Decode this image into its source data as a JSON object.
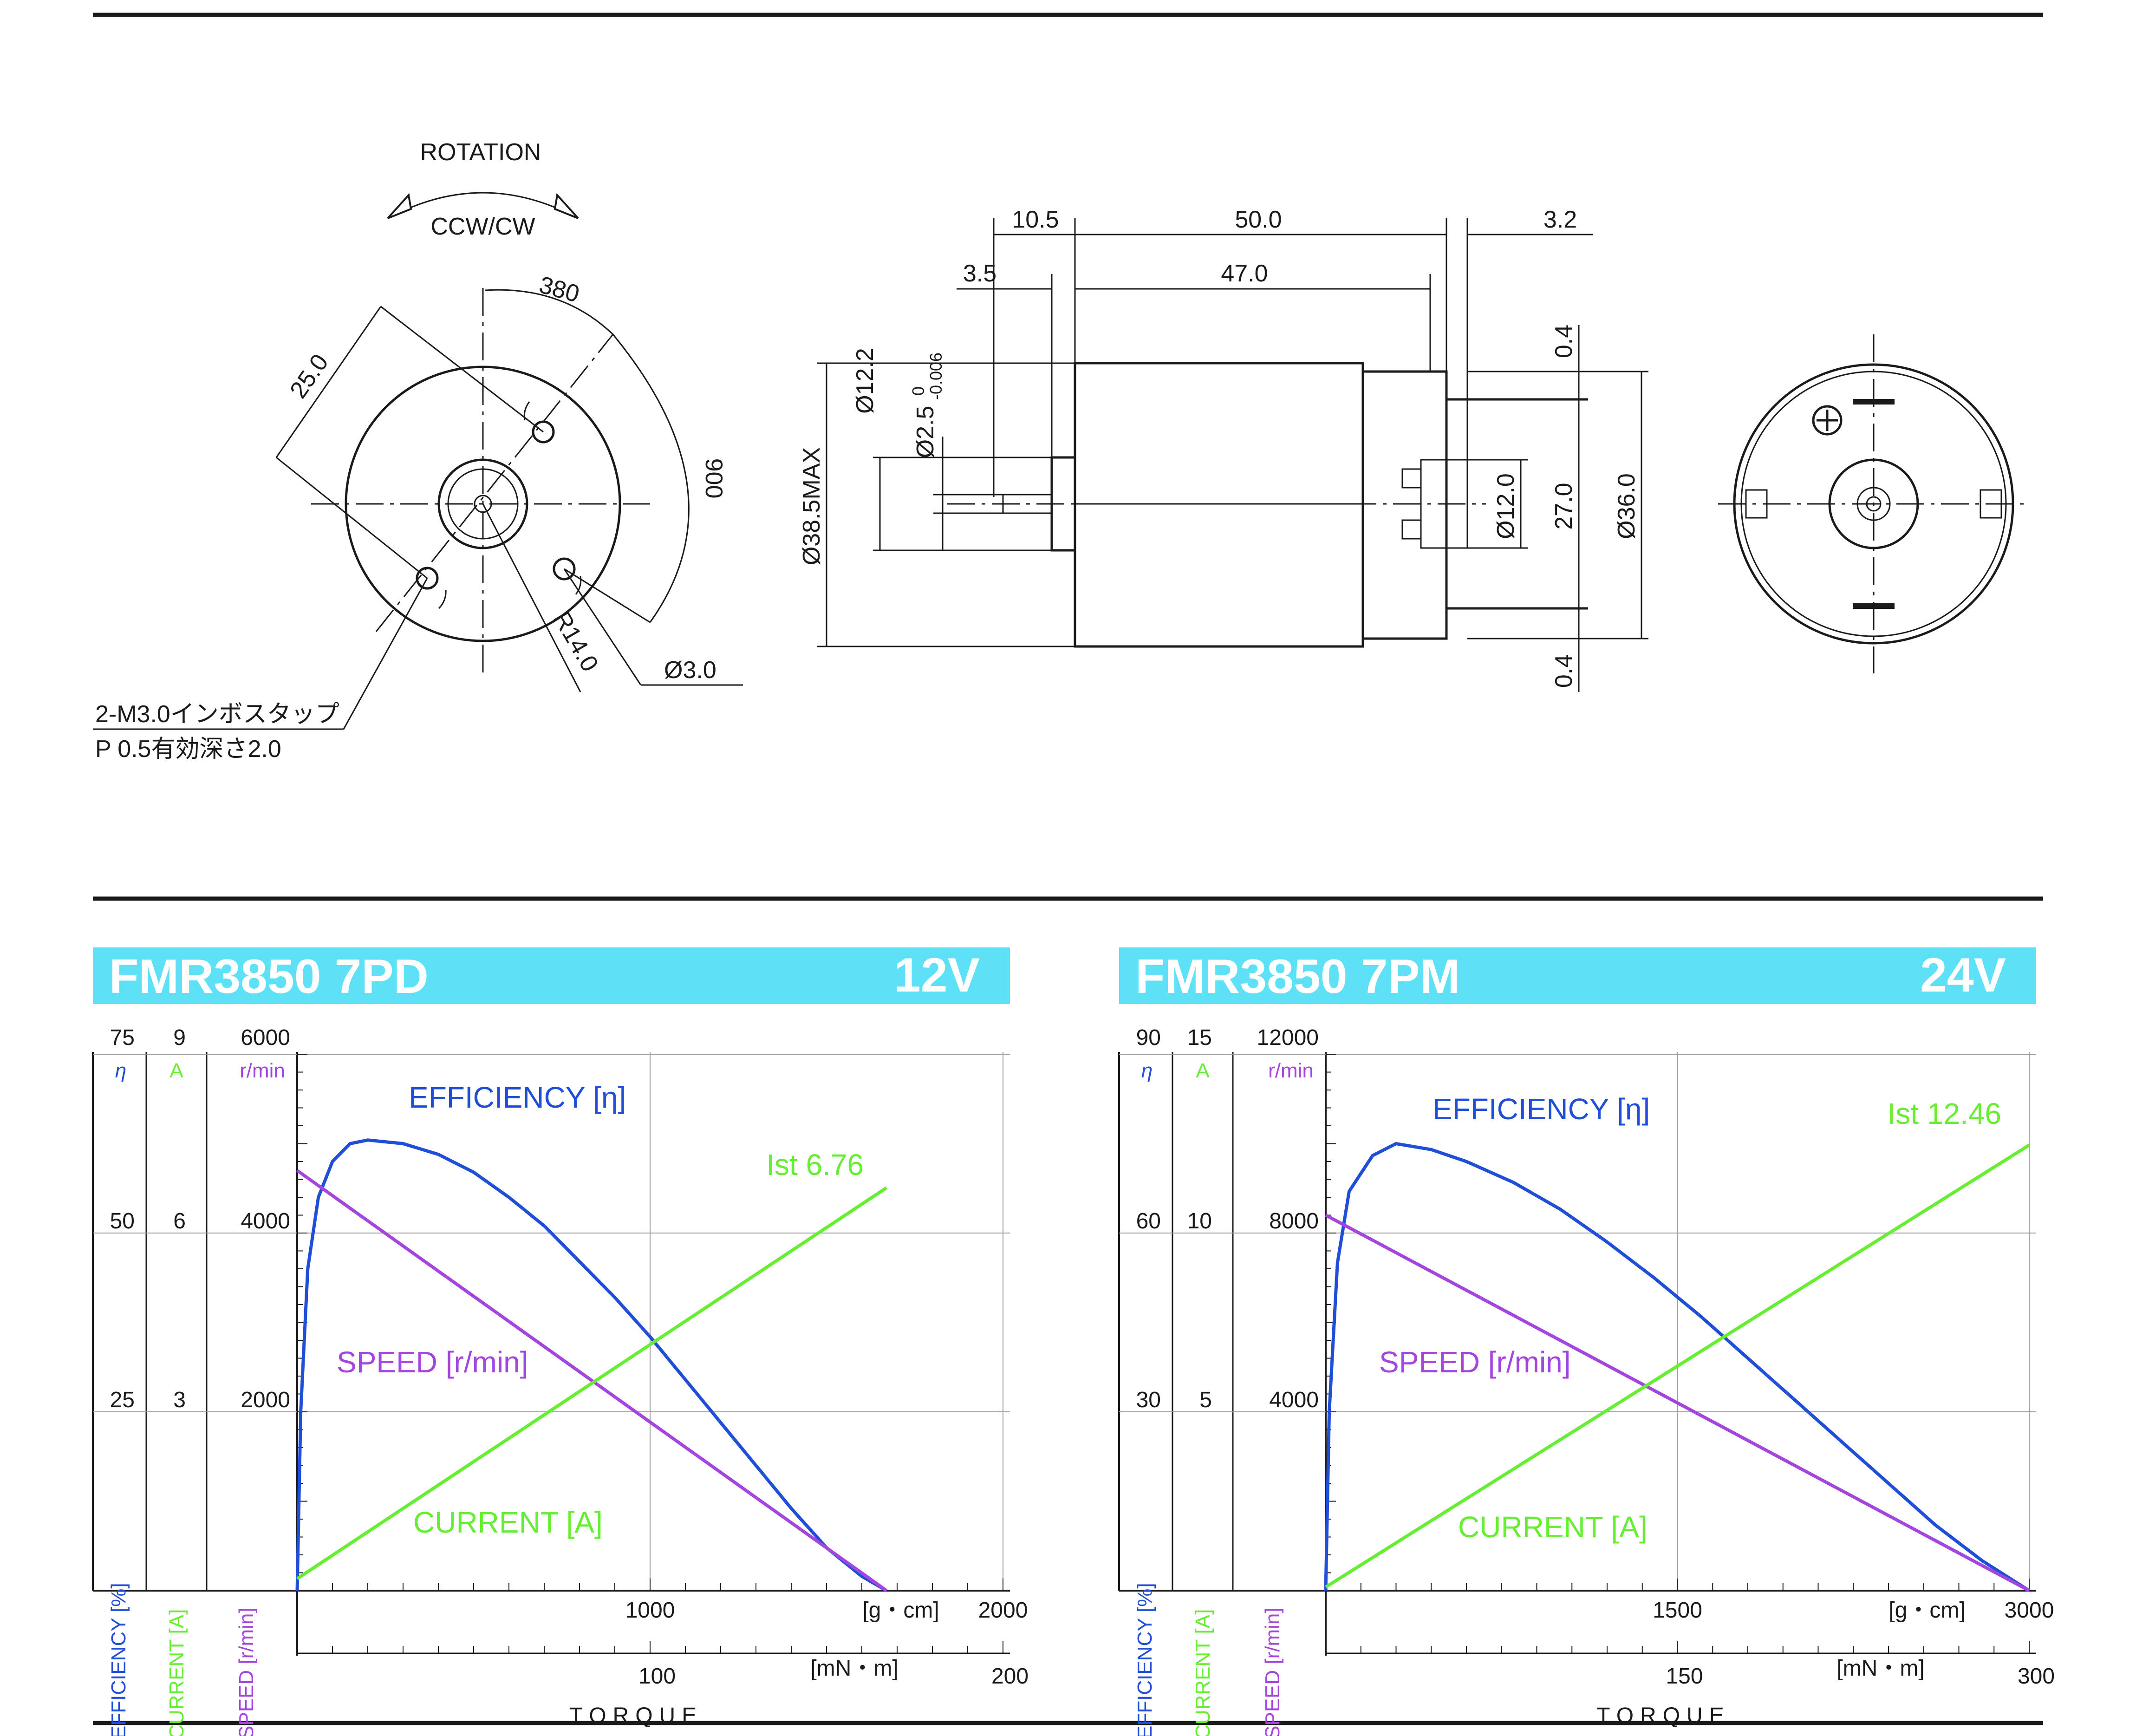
{
  "drawing": {
    "rotation_label": "ROTATION",
    "direction_label": "CCW/CW",
    "front_view": {
      "dim_25": "25.0",
      "dim_380": "380",
      "dim_900": "900",
      "dim_r14": "R14.0",
      "dim_hole": "Ø3.0",
      "note_line1": "2-M3.0インボスタップ",
      "note_line2": "P 0.5有効深さ2.0"
    },
    "side_view": {
      "dim_10_5": "10.5",
      "dim_50": "50.0",
      "dim_3_2": "3.2",
      "dim_3_5": "3.5",
      "dim_47": "47.0",
      "dim_d12_2": "Ø12.2",
      "dim_d2_5": "Ø2.5",
      "dim_d2_5_upper": "0",
      "dim_d2_5_lower": "-0.006",
      "dim_d38_5": "Ø38.5MAX",
      "dim_0_4_top": "0.4",
      "dim_d12": "Ø12.0",
      "dim_27": "27.0",
      "dim_d36": "Ø36.0",
      "dim_0_4_bottom": "0.4"
    }
  },
  "colors": {
    "header_bg": "#5ce1f7",
    "efficiency": "#1f4ed8",
    "current": "#66ee33",
    "speed": "#a445e0",
    "grid": "#9a9a9a"
  },
  "chart_data": [
    {
      "type": "line",
      "title": "FMR3850 7PD",
      "voltage": "12V",
      "x_unit_top": "[g・cm]",
      "x_unit_bottom": "[mN・m]",
      "x_title": "TORQUE",
      "x_ticks_gcm": [
        "1000",
        "2000"
      ],
      "x_ticks_mnm": [
        "100",
        "200"
      ],
      "xlim_gcm": [
        0,
        2000
      ],
      "y_axes": {
        "efficiency": {
          "symbol": "η",
          "ticks": [
            "25",
            "50",
            "75"
          ],
          "max": 75,
          "label": "EFFICIENCY [%]"
        },
        "current": {
          "symbol": "A",
          "ticks": [
            "3",
            "6",
            "9"
          ],
          "max": 9,
          "label": "CURRENT [A]"
        },
        "speed": {
          "symbol": "r/min",
          "ticks": [
            "2000",
            "4000",
            "6000"
          ],
          "max": 6000,
          "label": "SPEED [r/min]"
        }
      },
      "stall_label": "Ist 6.76",
      "series": [
        {
          "name": "EFFICIENCY [η]",
          "axis": "efficiency",
          "x": [
            0,
            10,
            30,
            60,
            100,
            150,
            200,
            300,
            400,
            500,
            600,
            700,
            800,
            900,
            1000,
            1100,
            1200,
            1300,
            1400,
            1500,
            1600,
            1670
          ],
          "y": [
            0,
            25,
            45,
            55,
            60,
            62.5,
            63,
            62.5,
            61,
            58.5,
            55,
            51,
            46,
            41,
            35.5,
            29.5,
            23.5,
            17.5,
            11.5,
            6,
            2,
            0
          ]
        },
        {
          "name": "SPEED [r/min]",
          "axis": "speed",
          "x": [
            0,
            1670
          ],
          "y": [
            4700,
            0
          ]
        },
        {
          "name": "CURRENT [A]",
          "axis": "current",
          "x": [
            0,
            1670
          ],
          "y": [
            0.2,
            6.76
          ]
        }
      ]
    },
    {
      "type": "line",
      "title": "FMR3850 7PM",
      "voltage": "24V",
      "x_unit_top": "[g・cm]",
      "x_unit_bottom": "[mN・m]",
      "x_title": "TORQUE",
      "x_ticks_gcm": [
        "1500",
        "3000"
      ],
      "x_ticks_mnm": [
        "150",
        "300"
      ],
      "xlim_gcm": [
        0,
        3000
      ],
      "y_axes": {
        "efficiency": {
          "symbol": "η",
          "ticks": [
            "30",
            "60",
            "90"
          ],
          "max": 90,
          "label": "EFFICIENCY [%]"
        },
        "current": {
          "symbol": "A",
          "ticks": [
            "5",
            "10",
            "15"
          ],
          "max": 15,
          "label": "CURRENT [A]"
        },
        "speed": {
          "symbol": "r/min",
          "ticks": [
            "4000",
            "8000",
            "12000"
          ],
          "max": 12000,
          "label": "SPEED [r/min]"
        }
      },
      "stall_label": "Ist 12.46",
      "series": [
        {
          "name": "EFFICIENCY [η]",
          "axis": "efficiency",
          "x": [
            0,
            15,
            50,
            100,
            200,
            300,
            450,
            600,
            800,
            1000,
            1200,
            1400,
            1600,
            1800,
            2000,
            2200,
            2400,
            2600,
            2800,
            3000
          ],
          "y": [
            0,
            30,
            55,
            67,
            73,
            75,
            74,
            72,
            68.5,
            64,
            58.5,
            52.5,
            46,
            39,
            32,
            25,
            18,
            11,
            5,
            0
          ]
        },
        {
          "name": "SPEED [r/min]",
          "axis": "speed",
          "x": [
            0,
            3000
          ],
          "y": [
            8400,
            0
          ]
        },
        {
          "name": "CURRENT [A]",
          "axis": "current",
          "x": [
            0,
            3000
          ],
          "y": [
            0.1,
            12.46
          ]
        }
      ]
    }
  ]
}
